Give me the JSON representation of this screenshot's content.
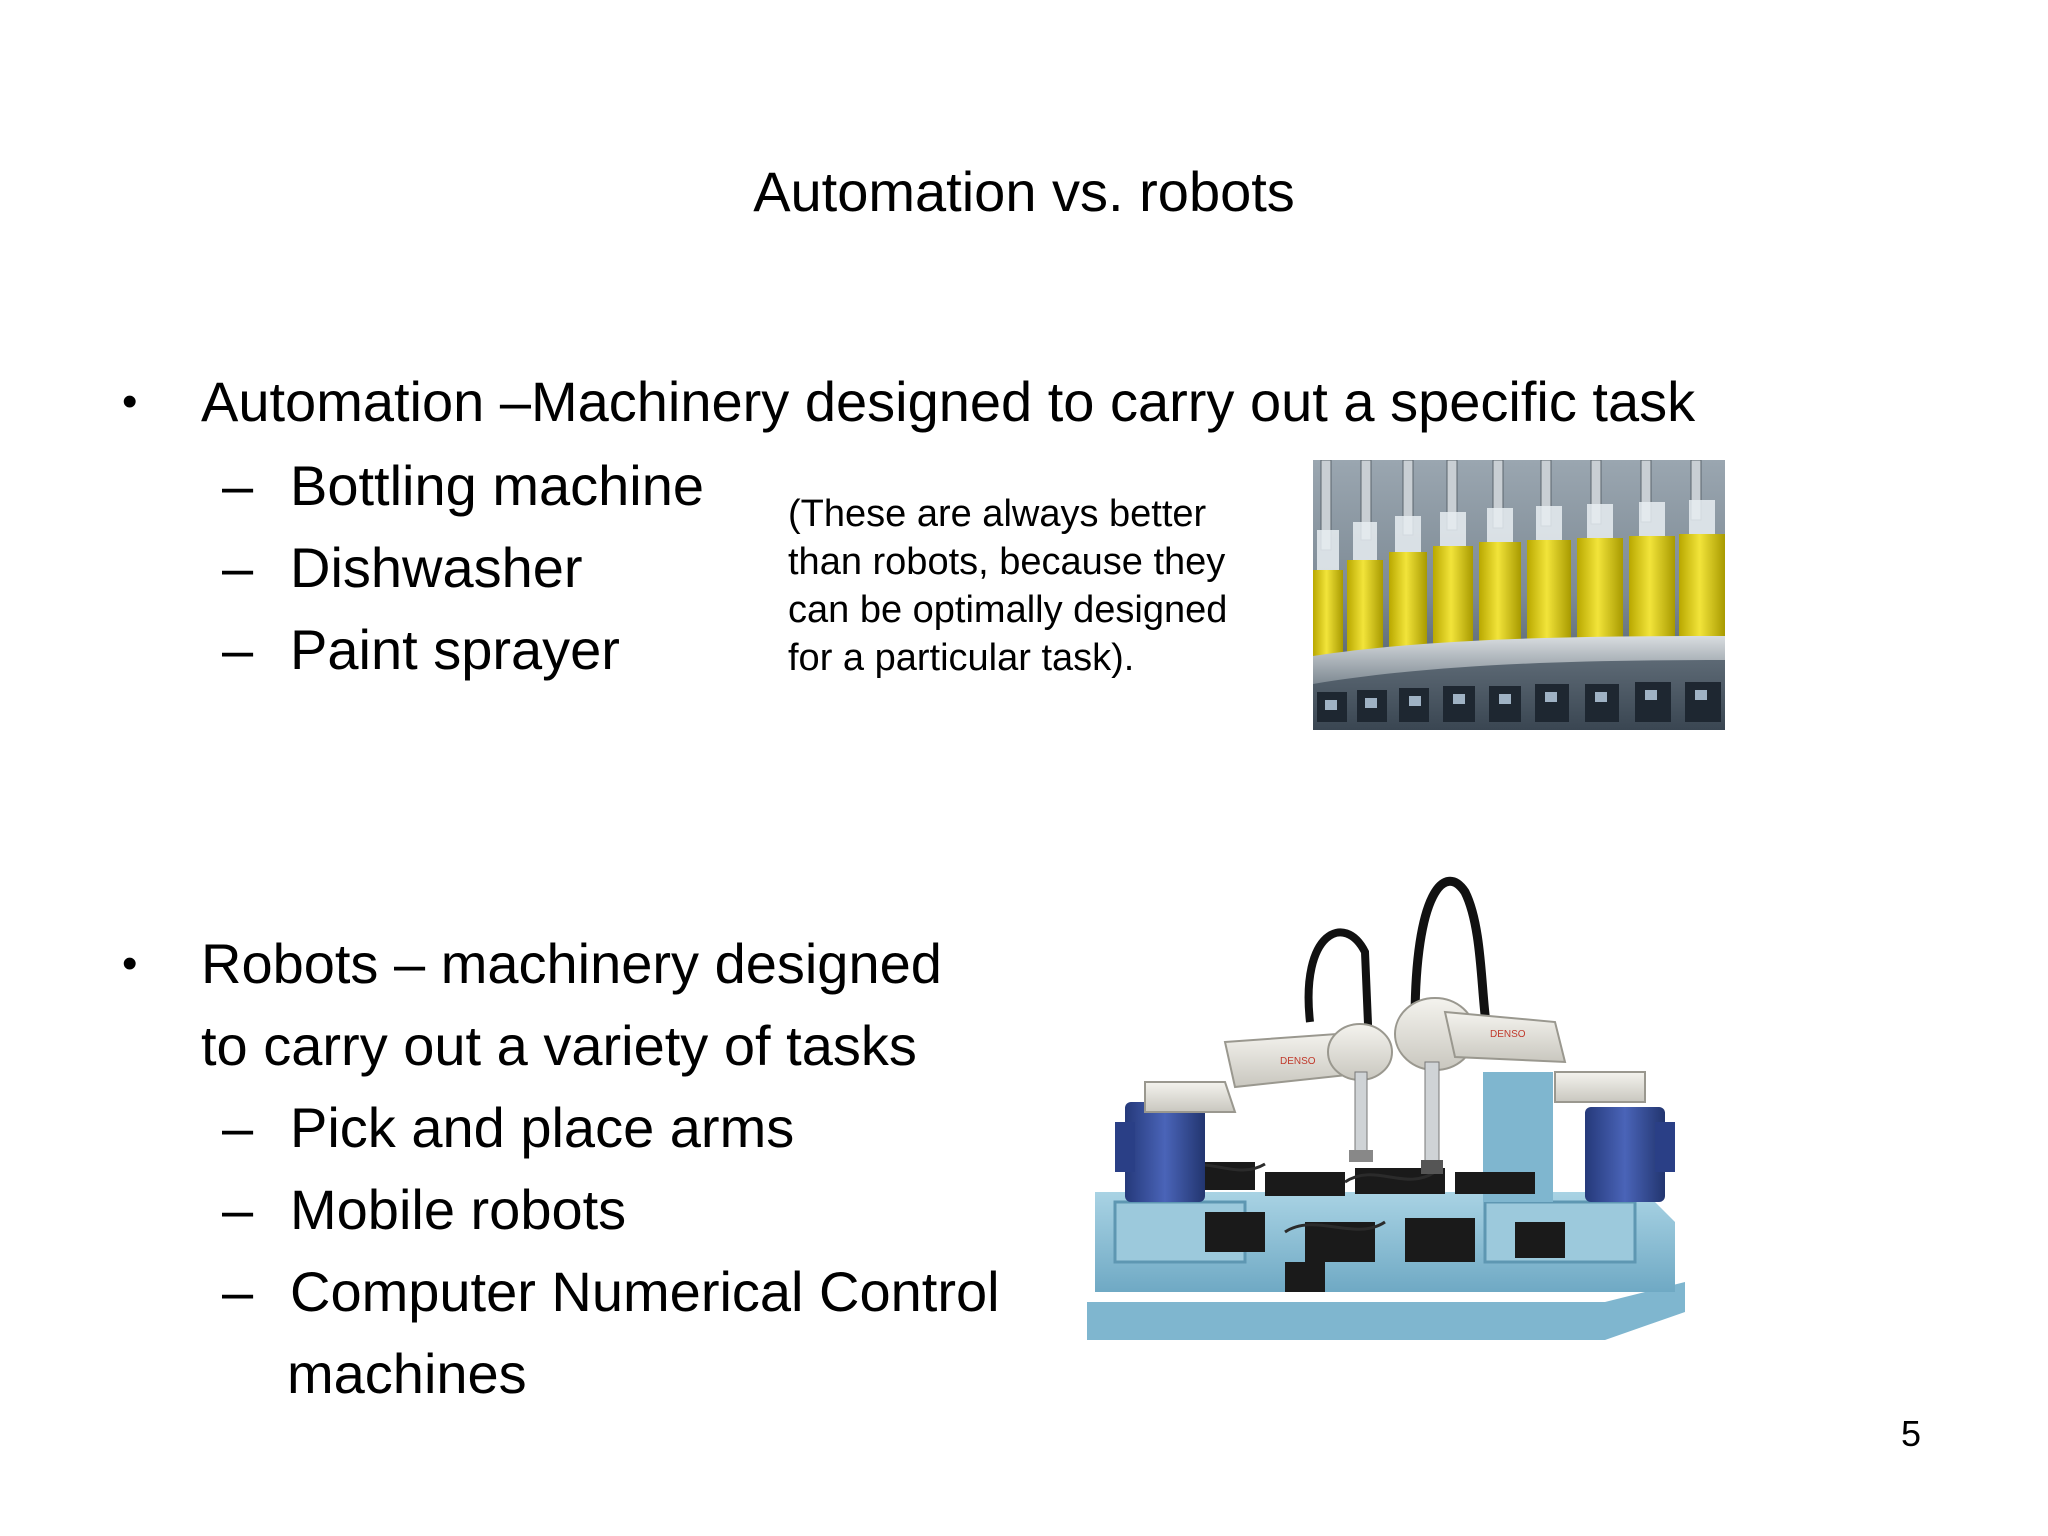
{
  "slide": {
    "title": "Automation vs. robots",
    "page_number": "5"
  },
  "automation": {
    "bullet_glyph": "•",
    "heading": "Automation –Machinery designed to carry out a specific task",
    "dash_glyph": "–",
    "items": [
      "Bottling machine",
      "Dishwasher",
      "Paint sprayer"
    ],
    "note_lines": [
      "(These are always better",
      "than robots, because they",
      "can be optimally designed",
      "for a  particular task)."
    ]
  },
  "robots": {
    "bullet_glyph": "•",
    "heading_lines": [
      "Robots – machinery designed",
      "to carry out a variety of tasks"
    ],
    "dash_glyph": "–",
    "items": [
      "Pick and place arms",
      "Mobile robots",
      "Computer Numerical Control"
    ],
    "item_continuation": "machines"
  },
  "images": {
    "bottling_photo": {
      "liquid_color": "#e8d51c",
      "label_text": ""
    },
    "robot_photo": {
      "brand_label": "DENSO",
      "frame_color": "#8ec3d8",
      "base_color": "#2f4a9a"
    }
  }
}
